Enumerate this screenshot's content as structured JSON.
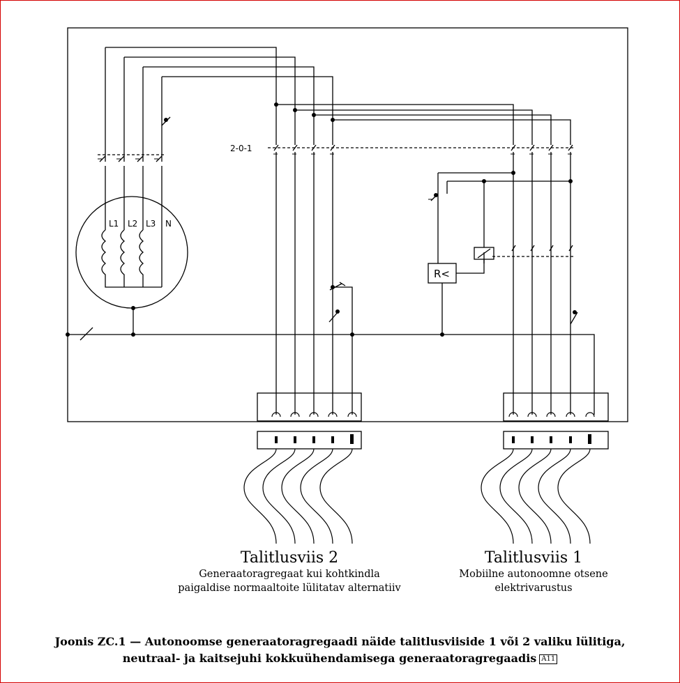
{
  "diagram": {
    "phase_labels": [
      "L1",
      "L2",
      "L3",
      "N"
    ],
    "switch_label": "2-0-1",
    "relay_label": "R<"
  },
  "modes": {
    "mode2": {
      "title": "Talitlusviis 2",
      "line1": "Generaatoragregaat kui kohtkindla",
      "line2": "paigaldise normaaltoite lülitatav alternatiiv"
    },
    "mode1": {
      "title": "Talitlusviis 1",
      "line1": "Mobiilne autonoomne otsene",
      "line2": "elektrivarustus"
    }
  },
  "caption": {
    "line1": "Joonis ZC.1 — Autonoomse generaatoragregaadi näide talitlusviiside 1 või 2 valiku lülitiga,",
    "line2": "neutraal- ja kaitsejuhi kokkuühendamisega generaatoragregaadis",
    "badge": "A11"
  }
}
